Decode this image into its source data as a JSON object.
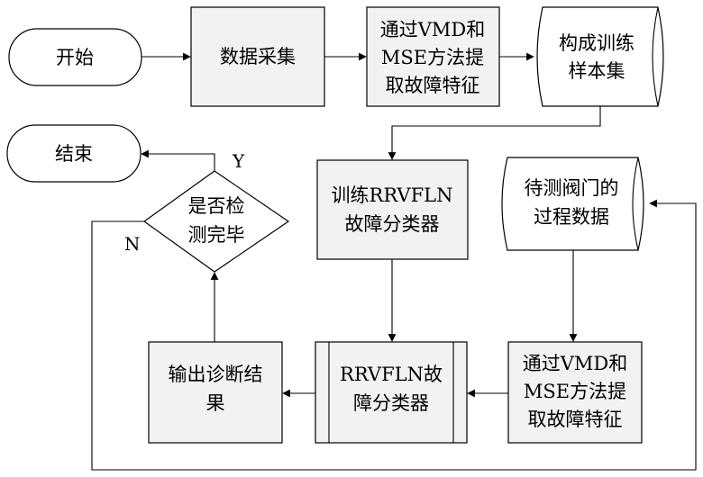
{
  "start": "开始",
  "data_collection": "数据采集",
  "feature_extract_top": [
    "通过VMD和",
    "MSE方法提",
    "取故障特征"
  ],
  "train_set": [
    "构成训练",
    "样本集"
  ],
  "end": "结束",
  "check_done": [
    "是否检",
    "测完毕"
  ],
  "label_yes": "Y",
  "label_no": "N",
  "train_classifier": [
    "训练RRVFLN",
    "故障分类器"
  ],
  "valve_data": [
    "待测阀门的",
    "过程数据"
  ],
  "output_result": [
    "输出诊断结",
    "果"
  ],
  "rrvfln_classifier": [
    "RRVFLN故",
    "障分类器"
  ],
  "feature_extract_bottom": [
    "通过VMD和",
    "MSE方法提",
    "取故障特征"
  ]
}
